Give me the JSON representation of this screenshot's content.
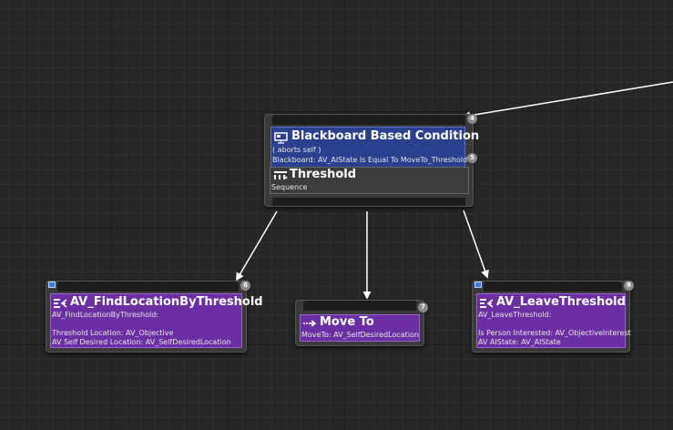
{
  "root": {
    "index": "4"
  },
  "decorator": {
    "title": "Blackboard Based Condition",
    "aborts": "( aborts self )",
    "condition": "Blackboard: AV_AIState Is Equal To MoveTo_Threshold",
    "index": "5",
    "icon": "blackboard-monitor-icon"
  },
  "composite": {
    "title": "Threshold",
    "type": "Sequence",
    "icon": "sequence-icon"
  },
  "tasks": [
    {
      "title": "AV_FindLocationByThreshold",
      "class_line": "AV_FindLocationByThreshold:",
      "line1": "Threshold Location: AV_Objective",
      "line2": "AV Self Desired Location: AV_SelfDesiredLocation",
      "index": "6",
      "icon": "task-icon"
    },
    {
      "title": "Move To",
      "line1": "MoveTo: AV_SelfDesiredLocation",
      "index": "7",
      "icon": "move-to-icon"
    },
    {
      "title": "AV_LeaveThreshold",
      "class_line": "AV_LeaveThreshold:",
      "line1": "Is Person Interested: AV_ObjectiveInterest",
      "line2": "AV AIState: AV_AIState",
      "index": "8",
      "icon": "task-icon"
    }
  ],
  "colors": {
    "canvas": "#262626",
    "decorator": "#2a3f8e",
    "task": "#6b2ea3",
    "node": "#3a3a3a",
    "wire": "#ffffff"
  }
}
